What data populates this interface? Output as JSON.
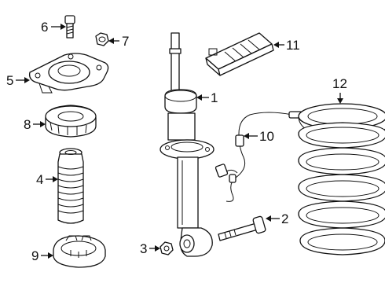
{
  "callouts": [
    {
      "id": 1,
      "label": "1",
      "part": "shock-absorber"
    },
    {
      "id": 2,
      "label": "2",
      "part": "bolt"
    },
    {
      "id": 3,
      "label": "3",
      "part": "nut"
    },
    {
      "id": 4,
      "label": "4",
      "part": "dust-boot"
    },
    {
      "id": 5,
      "label": "5",
      "part": "upper-mount"
    },
    {
      "id": 6,
      "label": "6",
      "part": "mount-bolt"
    },
    {
      "id": 7,
      "label": "7",
      "part": "mount-nut"
    },
    {
      "id": 8,
      "label": "8",
      "part": "upper-spring-seat"
    },
    {
      "id": 9,
      "label": "9",
      "part": "lower-spring-seat"
    },
    {
      "id": 10,
      "label": "10",
      "part": "sensor-harness"
    },
    {
      "id": 11,
      "label": "11",
      "part": "control-module"
    },
    {
      "id": 12,
      "label": "12",
      "part": "coil-spring"
    }
  ]
}
